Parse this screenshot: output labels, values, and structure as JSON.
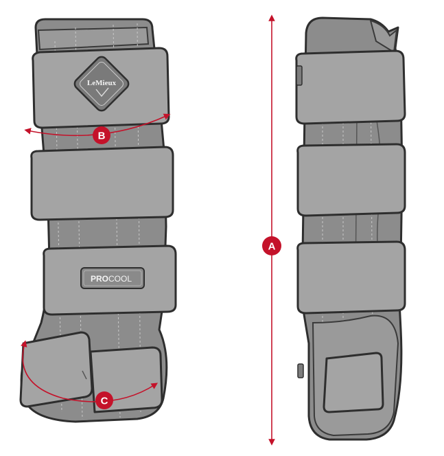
{
  "brand_text": "LeMieux",
  "product_label": {
    "bold": "PRO",
    "light": "COOL"
  },
  "measurements": [
    {
      "label": "A",
      "meaning": "length"
    },
    {
      "label": "B",
      "meaning": "top circumference"
    },
    {
      "label": "C",
      "meaning": "bottom circumference"
    }
  ],
  "colors": {
    "boot": "#8c8c8c",
    "strap": "#a4a4a4",
    "outline": "#2e2e2e",
    "measure": "#c4122a"
  }
}
